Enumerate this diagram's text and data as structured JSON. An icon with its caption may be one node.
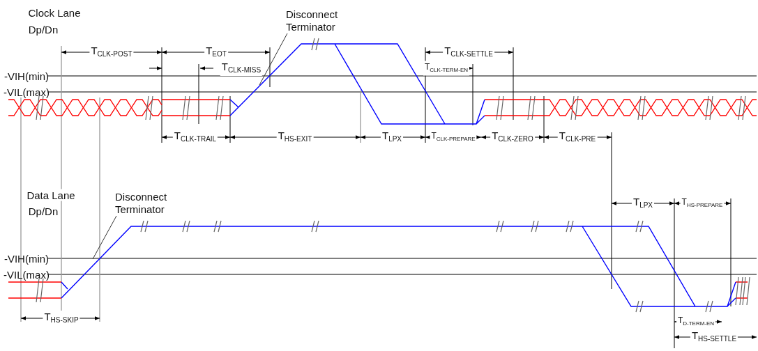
{
  "diagram": {
    "nodes": [
      {
        "text": [
          "Disconnect Terminator"
        ]
      },
      {
        "text": [
          "Disconnect Terminator"
        ]
      }
    ],
    "edges": [
      {
        "from": 0,
        "to": null,
        "arrow": "none"
      },
      {
        "from": 1,
        "to": null,
        "arrow": "none"
      }
    ],
    "labels": [
      "Clock Lane",
      "Dp/Dn",
      "T$_{CLK-POST}$",
      "T$_{EOT}$",
      "T$_{CLK-SETTLE}$",
      "T$_{CLK-MISS}$",
      "T$_{CLK-TERM-EN}$",
      "-VIH(min)",
      "-VIL(max)",
      "T$_{CLK-TRAIL}$",
      "T$_{HS-EXIT}$",
      "T$_{LPX}$",
      "T$_{CLK-PREPARE}$",
      "T$_{CLK-ZERO}$",
      "T$_{CLK-PRE}$",
      "Data Lane",
      "Dp/Dn",
      "T$_{LPX}$",
      "T$_{HS-PREPARE}$",
      "-VIH(min)",
      "-VIL(max)",
      "T$_{HS-SKIP}$",
      "T$_{D-TERM-EN}$",
      "T$_{HS-SETTLE}$"
    ]
  }
}
